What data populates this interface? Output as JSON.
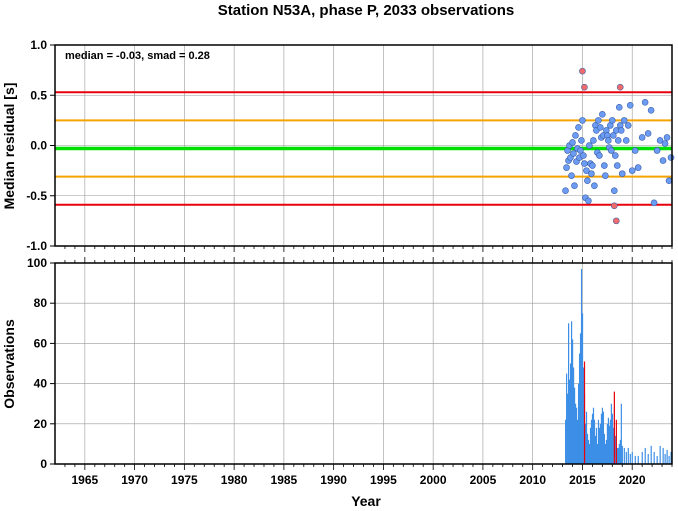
{
  "chart_data": [
    {
      "type": "scatter",
      "title": "Station N53A, phase P, 2033 observations",
      "ylabel": "Median residual [s]",
      "annotation": "median = -0.03, smad = 0.28",
      "xlim": [
        1962,
        2024
      ],
      "ylim": [
        -1.0,
        1.0
      ],
      "yticks": [
        "1.0",
        "0.5",
        "0.0",
        "-0.5",
        "-1.0"
      ],
      "ytick_values": [
        1.0,
        0.5,
        0.0,
        -0.5,
        -1.0
      ],
      "grid": true,
      "reference_lines": [
        {
          "y": 0.53,
          "color": "#e8000b"
        },
        {
          "y": 0.25,
          "color": "#f5a300"
        },
        {
          "y": -0.03,
          "color": "#00e000"
        },
        {
          "y": -0.31,
          "color": "#f5a300"
        },
        {
          "y": -0.59,
          "color": "#e8000b"
        }
      ],
      "series": [
        {
          "color": "#6b9bf2",
          "points": [
            [
              2013.3,
              -0.45
            ],
            [
              2013.4,
              -0.22
            ],
            [
              2013.5,
              -0.05
            ],
            [
              2013.6,
              -0.15
            ],
            [
              2013.7,
              0.0
            ],
            [
              2013.8,
              -0.12
            ],
            [
              2013.9,
              -0.3
            ],
            [
              2014.0,
              0.03
            ],
            [
              2014.1,
              -0.08
            ],
            [
              2014.2,
              -0.4
            ],
            [
              2014.3,
              0.1
            ],
            [
              2014.4,
              -0.16
            ],
            [
              2014.5,
              -0.03
            ],
            [
              2014.6,
              0.18
            ],
            [
              2014.7,
              -0.12
            ],
            [
              2014.8,
              -0.05
            ],
            [
              2014.9,
              0.05
            ],
            [
              2015.0,
              0.25
            ],
            [
              2015.1,
              -0.1
            ],
            [
              2015.2,
              -0.18
            ],
            [
              2015.3,
              -0.52
            ],
            [
              2015.4,
              -0.25
            ],
            [
              2015.5,
              -0.35
            ],
            [
              2015.6,
              -0.55
            ],
            [
              2015.7,
              0.0
            ],
            [
              2015.8,
              -0.18
            ],
            [
              2015.9,
              -0.28
            ],
            [
              2016.0,
              -0.2
            ],
            [
              2016.1,
              0.05
            ],
            [
              2016.2,
              -0.4
            ],
            [
              2016.3,
              0.2
            ],
            [
              2016.4,
              0.15
            ],
            [
              2016.5,
              -0.07
            ],
            [
              2016.6,
              0.25
            ],
            [
              2016.7,
              -0.1
            ],
            [
              2016.8,
              0.18
            ],
            [
              2016.9,
              0.08
            ],
            [
              2017.0,
              0.31
            ],
            [
              2017.1,
              0.1
            ],
            [
              2017.2,
              -0.2
            ],
            [
              2017.3,
              -0.3
            ],
            [
              2017.4,
              0.15
            ],
            [
              2017.5,
              0.1
            ],
            [
              2017.6,
              0.05
            ],
            [
              2017.7,
              -0.02
            ],
            [
              2017.8,
              0.2
            ],
            [
              2017.9,
              -0.05
            ],
            [
              2018.0,
              0.25
            ],
            [
              2018.1,
              0.1
            ],
            [
              2018.2,
              -0.45
            ],
            [
              2018.3,
              -0.1
            ],
            [
              2018.4,
              0.15
            ],
            [
              2018.5,
              -0.2
            ],
            [
              2018.6,
              0.05
            ],
            [
              2018.7,
              0.38
            ],
            [
              2018.8,
              0.2
            ],
            [
              2018.9,
              0.15
            ],
            [
              2019.0,
              -0.28
            ],
            [
              2019.2,
              0.25
            ],
            [
              2019.4,
              0.05
            ],
            [
              2019.6,
              0.2
            ],
            [
              2019.8,
              0.4
            ],
            [
              2020.0,
              -0.25
            ],
            [
              2020.3,
              -0.05
            ],
            [
              2020.6,
              -0.22
            ],
            [
              2021.0,
              0.08
            ],
            [
              2021.3,
              0.43
            ],
            [
              2021.6,
              0.12
            ],
            [
              2021.9,
              0.35
            ],
            [
              2022.2,
              -0.57
            ],
            [
              2022.5,
              -0.05
            ],
            [
              2022.8,
              0.05
            ],
            [
              2023.1,
              -0.15
            ],
            [
              2023.3,
              0.02
            ],
            [
              2023.5,
              0.08
            ],
            [
              2023.7,
              -0.35
            ],
            [
              2023.9,
              -0.12
            ]
          ]
        },
        {
          "color": "#f26b6b",
          "points": [
            [
              2015.0,
              0.74
            ],
            [
              2015.2,
              0.58
            ],
            [
              2018.2,
              -0.6
            ],
            [
              2018.4,
              -0.75
            ],
            [
              2018.8,
              0.58
            ]
          ]
        }
      ]
    },
    {
      "type": "bar",
      "xlabel": "Year",
      "ylabel": "Observations",
      "xlim": [
        1962,
        2024
      ],
      "ylim": [
        0,
        100
      ],
      "xticks": [
        "1965",
        "1970",
        "1975",
        "1980",
        "1985",
        "1990",
        "1995",
        "2000",
        "2005",
        "2010",
        "2015",
        "2020"
      ],
      "xtick_values": [
        1965,
        1970,
        1975,
        1980,
        1985,
        1990,
        1995,
        2000,
        2005,
        2010,
        2015,
        2020
      ],
      "yticks": [
        "100",
        "80",
        "60",
        "40",
        "20",
        "0"
      ],
      "ytick_values": [
        100,
        80,
        60,
        40,
        20,
        0
      ],
      "grid": true,
      "series": [
        {
          "color": "#3d8fe6",
          "bars": [
            [
              2013.3,
              22
            ],
            [
              2013.4,
              45
            ],
            [
              2013.5,
              35
            ],
            [
              2013.6,
              70
            ],
            [
              2013.7,
              42
            ],
            [
              2013.8,
              50
            ],
            [
              2013.9,
              71
            ],
            [
              2014.0,
              62
            ],
            [
              2014.1,
              48
            ],
            [
              2014.2,
              38
            ],
            [
              2014.3,
              30
            ],
            [
              2014.4,
              28
            ],
            [
              2014.5,
              22
            ],
            [
              2014.6,
              40
            ],
            [
              2014.7,
              55
            ],
            [
              2014.8,
              65
            ],
            [
              2014.9,
              97
            ],
            [
              2015.0,
              75
            ],
            [
              2015.1,
              48
            ],
            [
              2015.2,
              35
            ],
            [
              2015.3,
              20
            ],
            [
              2015.4,
              26
            ],
            [
              2015.5,
              15
            ],
            [
              2015.6,
              12
            ],
            [
              2015.7,
              10
            ],
            [
              2015.8,
              18
            ],
            [
              2015.9,
              22
            ],
            [
              2016.0,
              25
            ],
            [
              2016.1,
              28
            ],
            [
              2016.2,
              22
            ],
            [
              2016.3,
              14
            ],
            [
              2016.4,
              18
            ],
            [
              2016.5,
              10
            ],
            [
              2016.6,
              22
            ],
            [
              2016.7,
              18
            ],
            [
              2016.8,
              20
            ],
            [
              2016.9,
              25
            ],
            [
              2017.0,
              28
            ],
            [
              2017.1,
              26
            ],
            [
              2017.2,
              15
            ],
            [
              2017.3,
              10
            ],
            [
              2017.4,
              12
            ],
            [
              2017.5,
              20
            ],
            [
              2017.6,
              23
            ],
            [
              2017.7,
              19
            ],
            [
              2017.8,
              22
            ],
            [
              2017.9,
              30
            ],
            [
              2018.0,
              25
            ],
            [
              2018.1,
              18
            ],
            [
              2018.2,
              28
            ],
            [
              2018.3,
              14
            ],
            [
              2018.4,
              10
            ],
            [
              2018.5,
              8
            ],
            [
              2018.6,
              8
            ],
            [
              2018.7,
              10
            ],
            [
              2018.8,
              12
            ],
            [
              2018.9,
              30
            ],
            [
              2019.0,
              9
            ],
            [
              2019.2,
              8
            ],
            [
              2019.4,
              6
            ],
            [
              2019.6,
              8
            ],
            [
              2019.8,
              5
            ],
            [
              2020.0,
              6
            ],
            [
              2020.3,
              4
            ],
            [
              2020.6,
              4
            ],
            [
              2021.0,
              6
            ],
            [
              2021.3,
              8
            ],
            [
              2021.6,
              5
            ],
            [
              2021.9,
              9
            ],
            [
              2022.2,
              6
            ],
            [
              2022.5,
              4
            ],
            [
              2022.8,
              9
            ],
            [
              2023.1,
              8
            ],
            [
              2023.3,
              5
            ],
            [
              2023.5,
              7
            ],
            [
              2023.7,
              4
            ],
            [
              2023.9,
              6
            ]
          ]
        },
        {
          "color": "#e8000b",
          "bars": [
            [
              2015.2,
              51
            ],
            [
              2018.2,
              36
            ],
            [
              2018.4,
              22
            ]
          ]
        }
      ]
    }
  ]
}
